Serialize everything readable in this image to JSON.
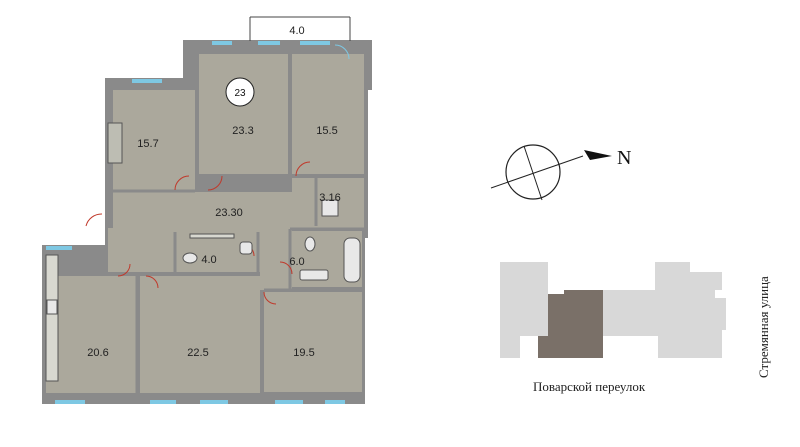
{
  "apartment": {
    "number": "23",
    "balcony_width": "4.0"
  },
  "rooms": [
    {
      "id": "room-top-left",
      "area": "15.7"
    },
    {
      "id": "room-top-center",
      "area": "23.3"
    },
    {
      "id": "room-top-right",
      "area": "15.5"
    },
    {
      "id": "hallway",
      "area": "23.30"
    },
    {
      "id": "utility",
      "area": "3.16"
    },
    {
      "id": "wc",
      "area": "4.0"
    },
    {
      "id": "bathroom",
      "area": "6.0"
    },
    {
      "id": "room-bottom-left",
      "area": "20.6"
    },
    {
      "id": "room-bottom-center",
      "area": "22.5"
    },
    {
      "id": "room-bottom-right",
      "area": "19.5"
    }
  ],
  "compass": {
    "north_label": "N"
  },
  "site_plan": {
    "street_bottom": "Поварской переулок",
    "street_right": "Стремянная улица"
  },
  "colors": {
    "room_fill": "#aba89c",
    "wall": "#8a8a8a",
    "window": "#7ec8e3",
    "highlight_building": "#7a7068",
    "neighbor_buildings": "#d8d8d8"
  }
}
